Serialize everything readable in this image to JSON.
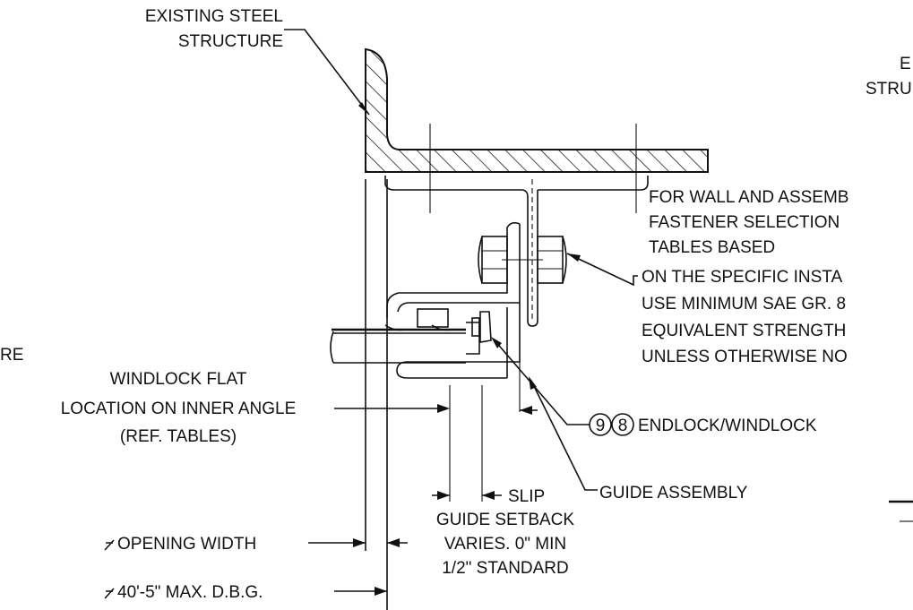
{
  "labels": {
    "existing_steel_1": "EXISTING STEEL",
    "existing_steel_2": "STRUCTURE",
    "right_cut_1": "E",
    "right_cut_2": "STRU",
    "wall_note_1": "FOR WALL AND ASSEMB",
    "wall_note_2": "FASTENER SELECTION",
    "wall_note_3": "TABLES BASED",
    "wall_note_4": "ON THE SPECIFIC INSTA",
    "wall_note_5": "USE MINIMUM SAE GR. 8",
    "wall_note_6": "EQUIVALENT STRENGTH",
    "wall_note_7": "UNLESS OTHERWISE NO",
    "left_cut": "RE",
    "windlock_1": "WINDLOCK FLAT",
    "windlock_2": "LOCATION ON INNER ANGLE",
    "windlock_3": "(REF. TABLES)",
    "bubble_9": "9",
    "bubble_8": "8",
    "endlock": "ENDLOCK/WINDLOCK",
    "slip": "SLIP",
    "guide_assembly": "GUIDE ASSEMBLY",
    "guide_setback_1": "GUIDE SETBACK",
    "guide_setback_2": "VARIES. 0\" MIN",
    "guide_setback_3": "1/2\" STANDARD",
    "opening_width": "OPENING WIDTH",
    "max_dbg": "40'-5\" MAX. D.B.G."
  }
}
